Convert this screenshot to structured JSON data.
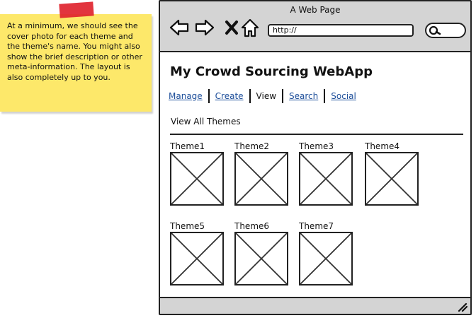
{
  "note": {
    "text": "At a minimum, we should see the cover photo for each theme and the theme's name. You might also show the brief description or other meta-information. The layout is also completely up to you.",
    "color": "#fde86a",
    "tape_color": "#e0242e"
  },
  "browser": {
    "window_title": "A Web Page",
    "url": "http://",
    "icons": [
      "back-arrow-icon",
      "forward-arrow-icon",
      "close-x-icon",
      "home-icon",
      "search-icon"
    ]
  },
  "app": {
    "title": "My Crowd Sourcing WebApp",
    "nav": [
      {
        "label": "Manage",
        "current": false
      },
      {
        "label": "Create",
        "current": false
      },
      {
        "label": "View",
        "current": true
      },
      {
        "label": "Search",
        "current": false
      },
      {
        "label": "Social",
        "current": false
      }
    ],
    "section_label": "View All Themes",
    "themes": [
      {
        "name": "Theme1"
      },
      {
        "name": "Theme2"
      },
      {
        "name": "Theme3"
      },
      {
        "name": "Theme4"
      },
      {
        "name": "Theme5"
      },
      {
        "name": "Theme6"
      },
      {
        "name": "Theme7"
      }
    ],
    "link_color": "#1d4e9a"
  }
}
